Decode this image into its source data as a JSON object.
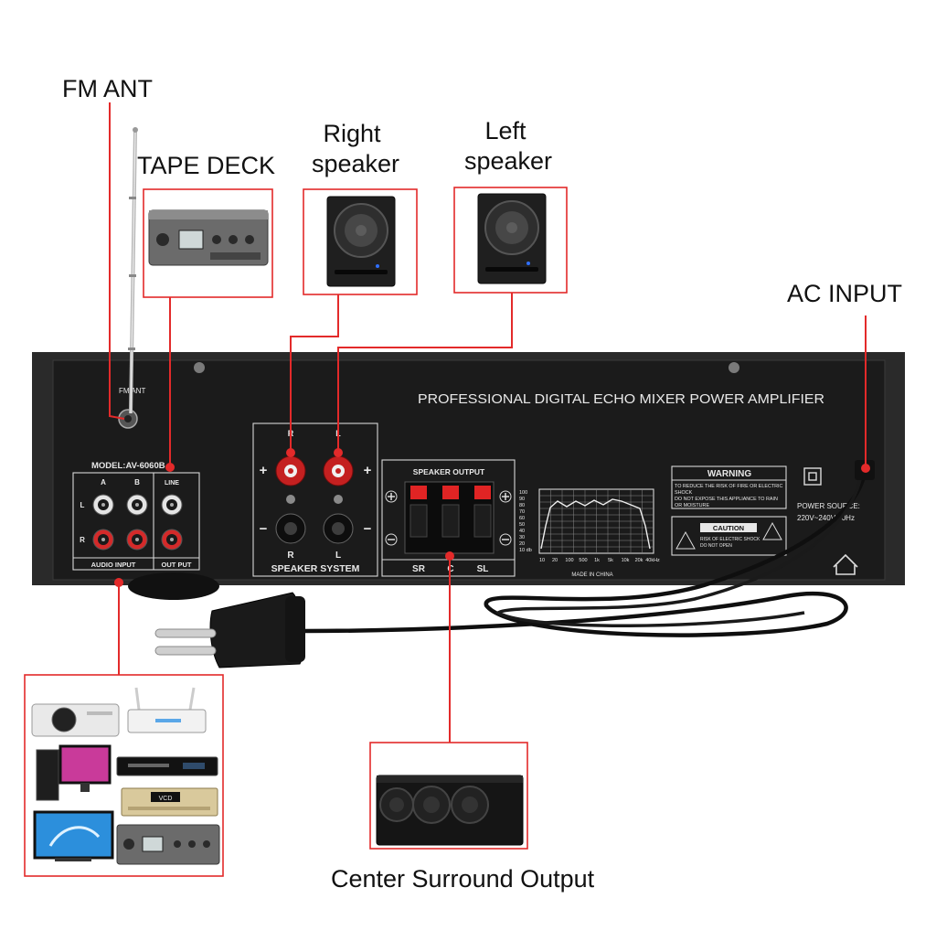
{
  "callouts": {
    "fm_ant": "FM ANT",
    "tape_deck": "TAPE DECK",
    "right_speaker_line1": "Right",
    "right_speaker_line2": "speaker",
    "left_speaker_line1": "Left",
    "left_speaker_line2": "speaker",
    "ac_input": "AC INPUT",
    "center_surround": "Center Surround Output"
  },
  "panel": {
    "title": "PROFESSIONAL DIGITAL ECHO MIXER POWER AMPLIFIER",
    "model": "MODEL:AV-6060B",
    "fm_ant": "FM ANT",
    "audio": {
      "col_a": "A",
      "col_b": "B",
      "col_line": "LINE",
      "row_l": "L",
      "row_r": "R",
      "audio_input": "AUDIO INPUT",
      "out_put": "OUT PUT"
    },
    "speaker_system": {
      "top_r": "R",
      "top_l": "L",
      "plus": "+",
      "minus": "−",
      "bottom_r": "R",
      "bottom_l": "L",
      "label": "SPEAKER SYSTEM"
    },
    "speaker_output": {
      "label": "SPEAKER OUTPUT",
      "sr": "SR",
      "c": "C",
      "sl": "SL"
    },
    "eq": {
      "y_labels": [
        "100",
        "90",
        "80",
        "70",
        "60",
        "50",
        "40",
        "30",
        "20",
        "10 db"
      ],
      "x_labels": [
        "10",
        "20",
        "100",
        "500",
        "1k",
        "5k",
        "10k",
        "20k",
        "40kHz"
      ]
    },
    "made_in": "MADE IN CHINA",
    "warning": {
      "header": "WARNING",
      "lines": [
        "TO REDUCE THE RISK OF FIRE OR ELECTRIC",
        "SHOCK",
        "DO NOT EXPOSE THIS APPLIANCE TO RAIN",
        "OR MOISTURE"
      ]
    },
    "caution": {
      "header": "CAUTION",
      "line1": "RISK OF ELECTRIC SHOCK",
      "line2": "DO NOT OPEN"
    },
    "power": {
      "label": "POWER SOURCE:",
      "value": "220V~240V 50Hz"
    }
  },
  "devices": {
    "vcd_label": "VCD",
    "icons": [
      "projector-icon",
      "router-icon",
      "desktop-pc-icon",
      "dvd-player-icon",
      "vcd-player-icon",
      "tv-icon",
      "recorder-icon"
    ]
  },
  "colors": {
    "callout": "#e32a2a",
    "panel": "#1b1b1b",
    "panel_text": "#e8e8e8"
  }
}
